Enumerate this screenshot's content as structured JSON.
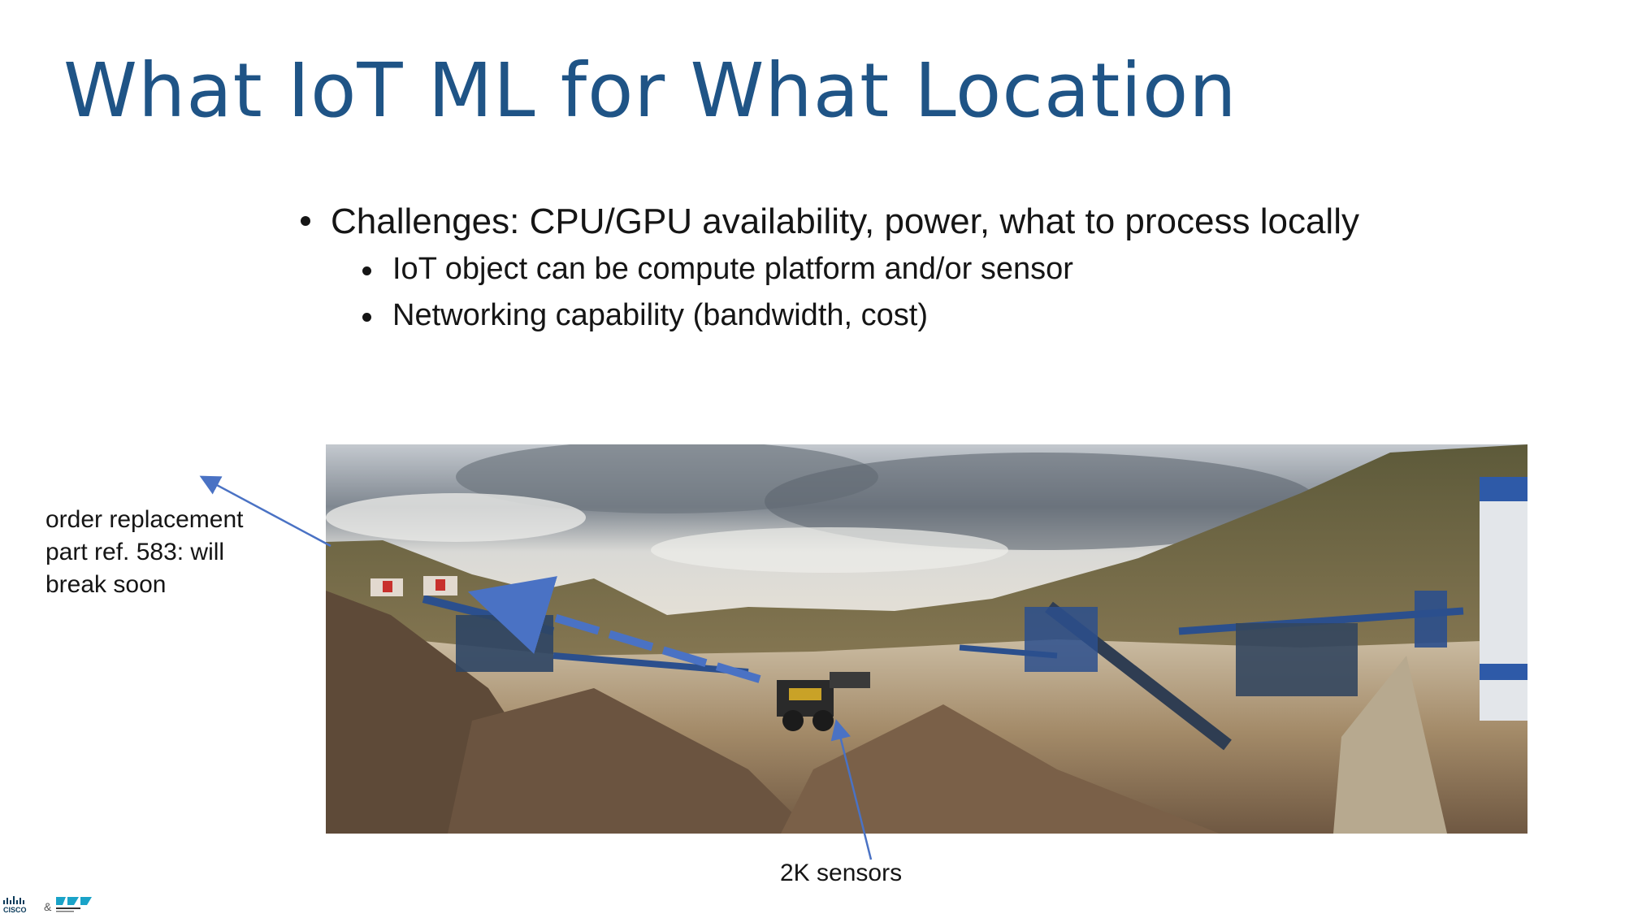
{
  "slide": {
    "title": "What IoT ML for What Location",
    "bullets": {
      "main": "Challenges: CPU/GPU availability, power, what to process locally",
      "sub1": "IoT object can be compute platform and/or sensor",
      "sub2": "Networking capability (bandwidth, cost)"
    },
    "annotations": {
      "left": "order replacement part ref. 583: will break soon",
      "bottom": "2K sensors"
    },
    "logos": {
      "cisco": "CISCO",
      "ampersand": "&"
    },
    "colors": {
      "title": "#1f5486",
      "arrow": "#4a72c4",
      "text": "#151515"
    }
  }
}
